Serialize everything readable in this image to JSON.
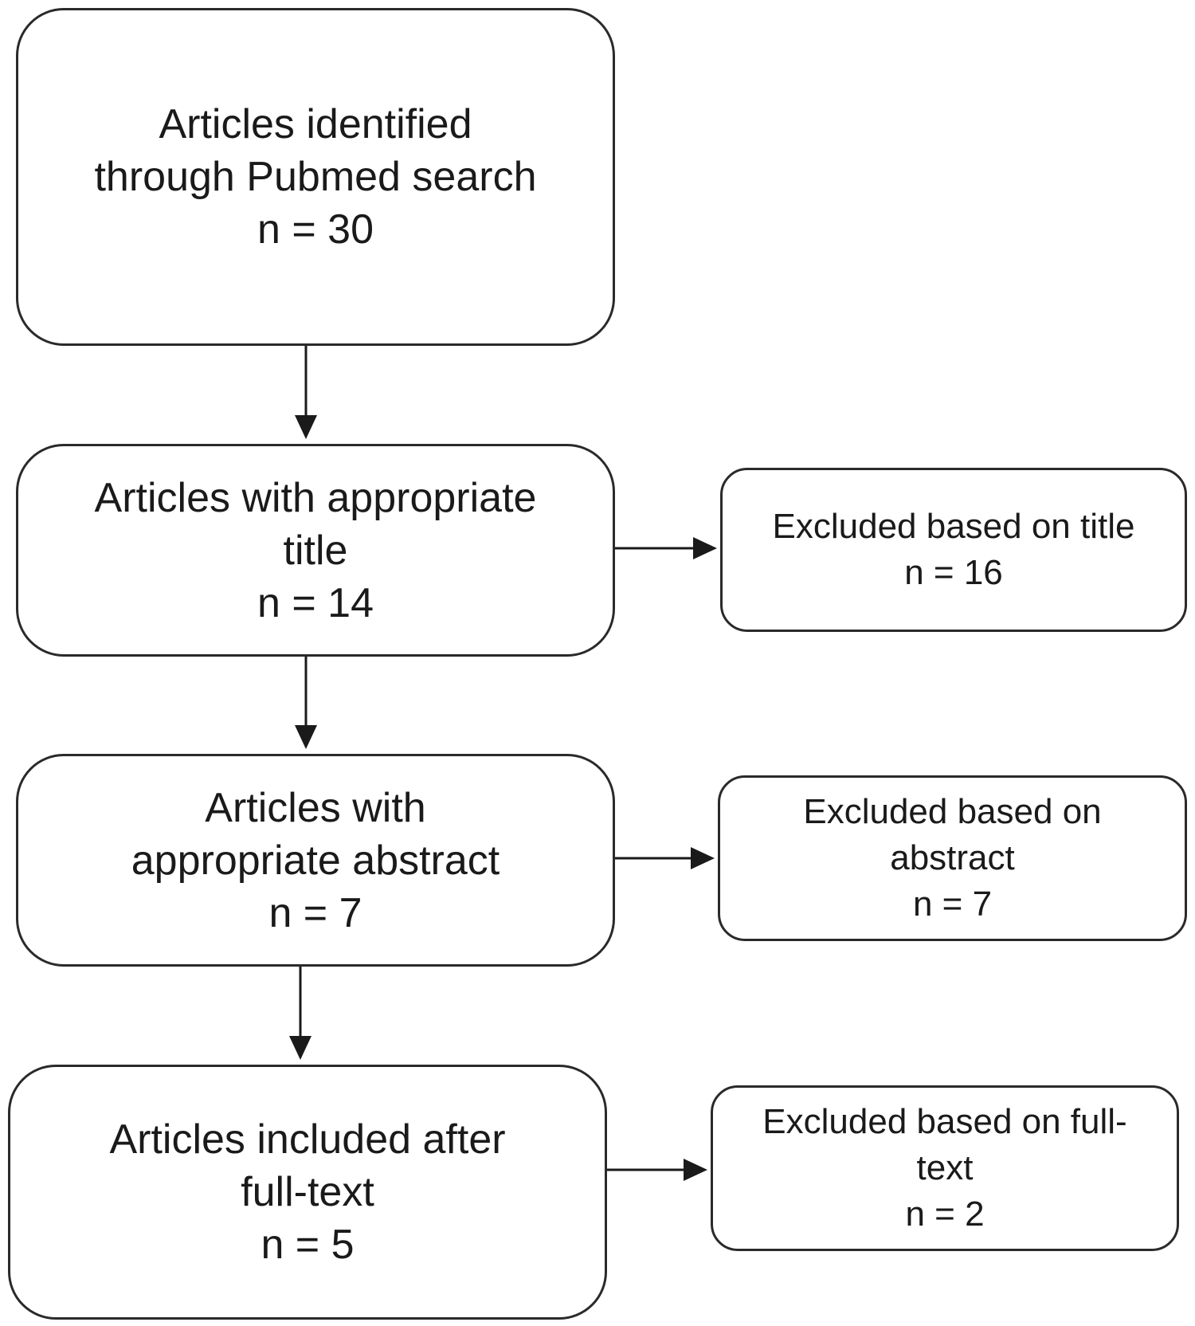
{
  "flow": {
    "search": {
      "lines": [
        "Articles identified",
        "through Pubmed search",
        "n = 30"
      ]
    },
    "title_screen": {
      "lines": [
        "Articles with appropriate",
        "title",
        "n = 14"
      ]
    },
    "abstract_screen": {
      "lines": [
        "Articles with",
        "appropriate abstract",
        "n = 7"
      ]
    },
    "fulltext_screen": {
      "lines": [
        "Articles included after",
        "full-text",
        "n = 5"
      ]
    }
  },
  "exclusions": {
    "title": {
      "lines": [
        "Excluded based on title",
        "n = 16"
      ]
    },
    "abstract": {
      "lines": [
        "Excluded based on",
        "abstract",
        "n = 7"
      ]
    },
    "fulltext": {
      "lines": [
        "Excluded based on full-",
        "text",
        "n = 2"
      ]
    }
  },
  "colors": {
    "stroke": "#2a2a2a",
    "text": "#1a1a1a",
    "background": "#ffffff"
  }
}
